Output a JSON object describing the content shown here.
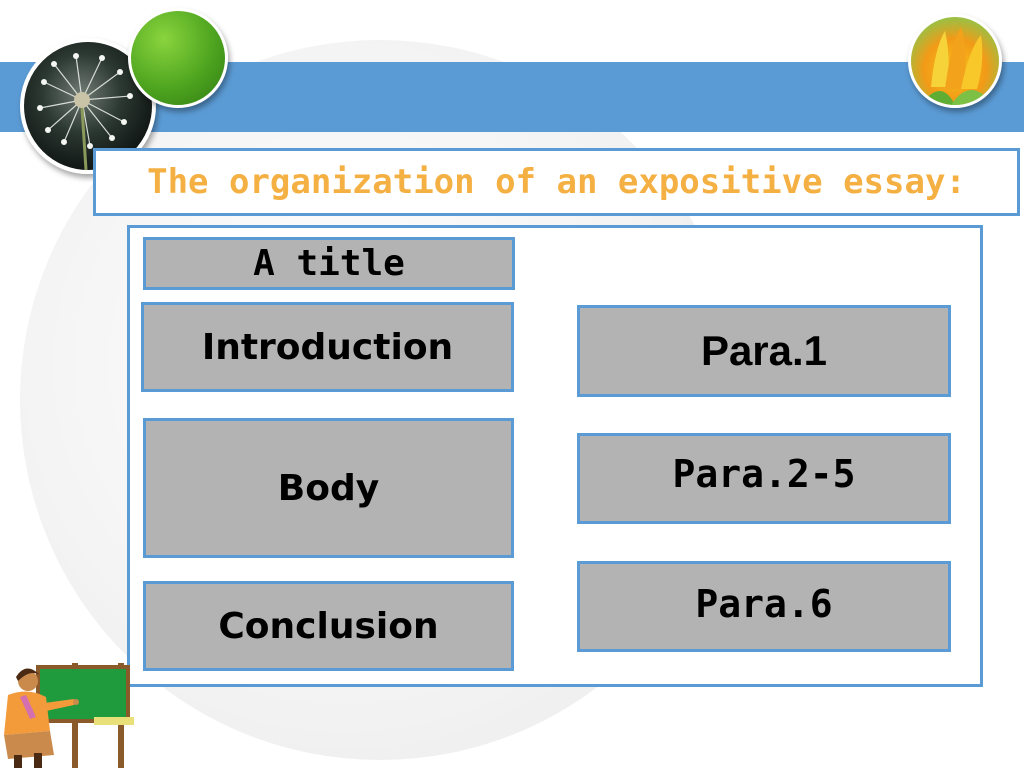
{
  "slide": {
    "title": "The organization of an expositive essay:"
  },
  "structure": [
    {
      "label": "A title"
    },
    {
      "label": "Introduction"
    },
    {
      "label": "Body"
    },
    {
      "label": "Conclusion"
    }
  ],
  "paragraphs": [
    {
      "label": "Para.1"
    },
    {
      "label": "Para.2-5"
    },
    {
      "label": "Para.6"
    }
  ],
  "colors": {
    "title_text": "#f4b042",
    "banner": "#5b9bd5",
    "box_fill": "#b3b3b3",
    "box_border": "#5b9bd5"
  },
  "images": {
    "top_left_photo": "dandelion-photo",
    "top_center_ornament": "green-circle",
    "top_right_photo": "tulip-photo",
    "bottom_left_clipart": "teacher-at-chalkboard"
  }
}
